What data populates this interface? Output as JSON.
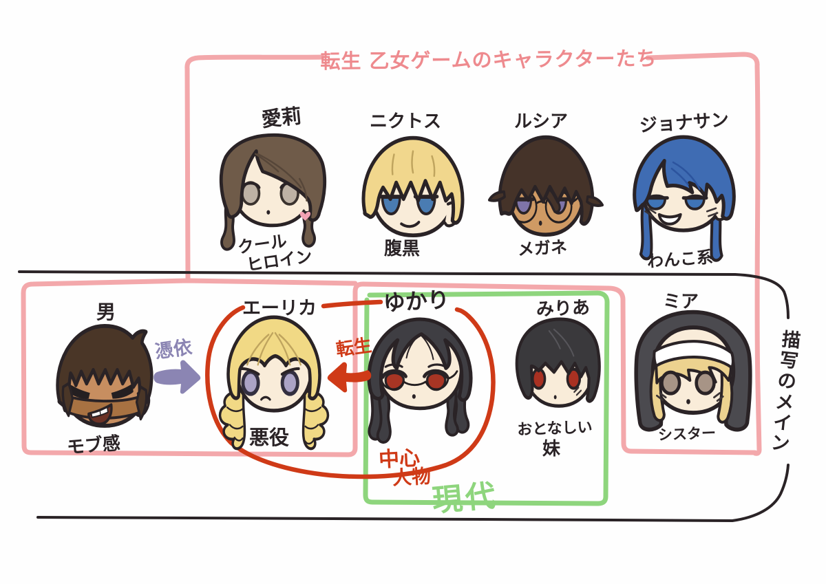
{
  "title": {
    "text": "転生 乙女ゲームのキャラクターたち",
    "color": "#ee8a8e"
  },
  "colors": {
    "background": "#fefefe",
    "pink_box": "#f3a8ab",
    "green_box": "#8ed57d",
    "red": "#cf3a17",
    "purple": "#8b85b3",
    "ink": "#2a2326"
  },
  "game_characters": [
    {
      "name": "愛莉",
      "trait_lines": [
        "クール",
        "ヒロイン"
      ],
      "hair_color": "#6f5b49",
      "eye_color": "#beb2a5"
    },
    {
      "name": "ニクトス",
      "trait": "腹黒",
      "hair_color": "#f1d78d",
      "eye_color": "#4a7cb2"
    },
    {
      "name": "ルシア",
      "trait": "メガネ",
      "hair_color": "#453329",
      "eye_color": "#7e74a8"
    },
    {
      "name": "ジョナサン",
      "trait": "わんこ系",
      "hair_color": "#3f6cb3",
      "eye_color": "#3f74b8"
    }
  ],
  "real_characters": [
    {
      "name": "男",
      "trait": "モブ感",
      "hair_color": "#4a3627",
      "eye_color": "#241f21"
    },
    {
      "name": "エーリカ",
      "trait": "悪役",
      "hair_color": "#f1d985",
      "eye_color": "#aba3c6"
    },
    {
      "name": "ゆかり",
      "trait": "",
      "hair_color": "#3f3e43",
      "eye_color": "#a83524"
    },
    {
      "name": "みりあ",
      "trait_lines": [
        "おとなしい",
        "妹"
      ],
      "hair_color": "#3a393c",
      "eye_color": "#a93122"
    },
    {
      "name": "ミア",
      "trait": "シスター",
      "hair_color": "#4b4a4f",
      "eye_color": "#a79486"
    }
  ],
  "annotations": {
    "possession": "憑依",
    "reincarnation": "転生",
    "central_figure_lines": [
      "中心",
      "人物"
    ],
    "modern": "現代",
    "main_depiction": "描写のメイン"
  }
}
